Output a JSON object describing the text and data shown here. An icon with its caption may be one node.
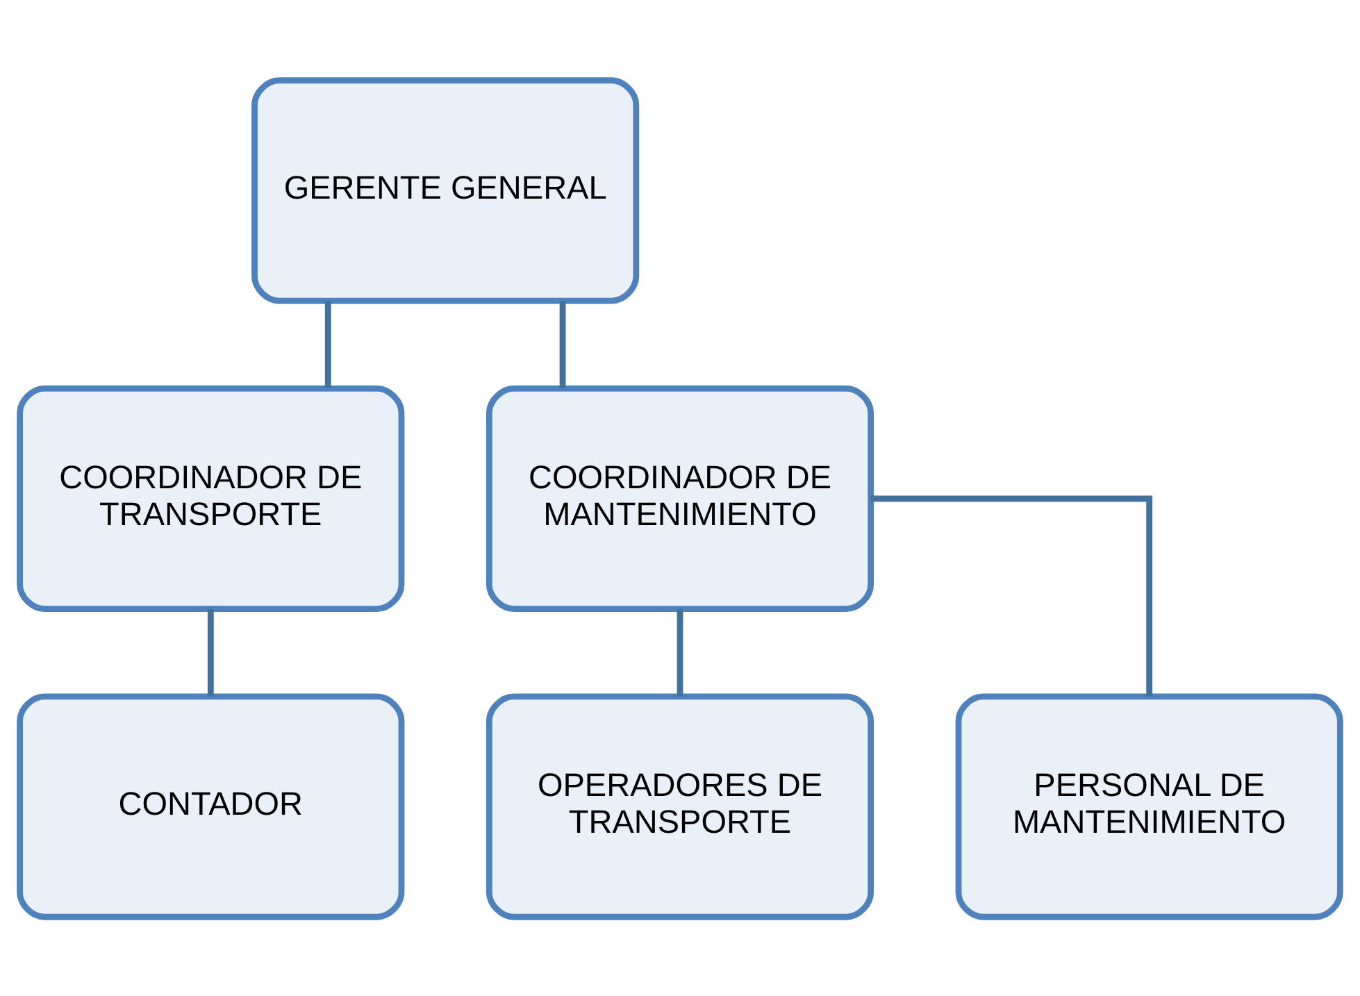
{
  "diagram": {
    "nodes": [
      {
        "text": [
          "GERENTE GENERAL"
        ]
      },
      {
        "text": [
          "COORDINADOR DE TRANSPORTE"
        ]
      },
      {
        "text": [
          "COORDINADOR DE MANTENIMIENTO"
        ]
      },
      {
        "text": [
          "CONTADOR"
        ]
      },
      {
        "text": [
          "OPERADORES DE TRANSPORTE"
        ]
      },
      {
        "text": [
          "PERSONAL DE MANTENIMIENTO"
        ]
      }
    ],
    "edges": [
      {
        "from": 0,
        "to": 1,
        "arrow": "none"
      },
      {
        "from": 0,
        "to": 2,
        "arrow": "none"
      },
      {
        "from": 1,
        "to": 3,
        "arrow": "none"
      },
      {
        "from": 2,
        "to": 4,
        "arrow": "none"
      },
      {
        "from": 2,
        "to": 5,
        "arrow": "none"
      }
    ]
  }
}
